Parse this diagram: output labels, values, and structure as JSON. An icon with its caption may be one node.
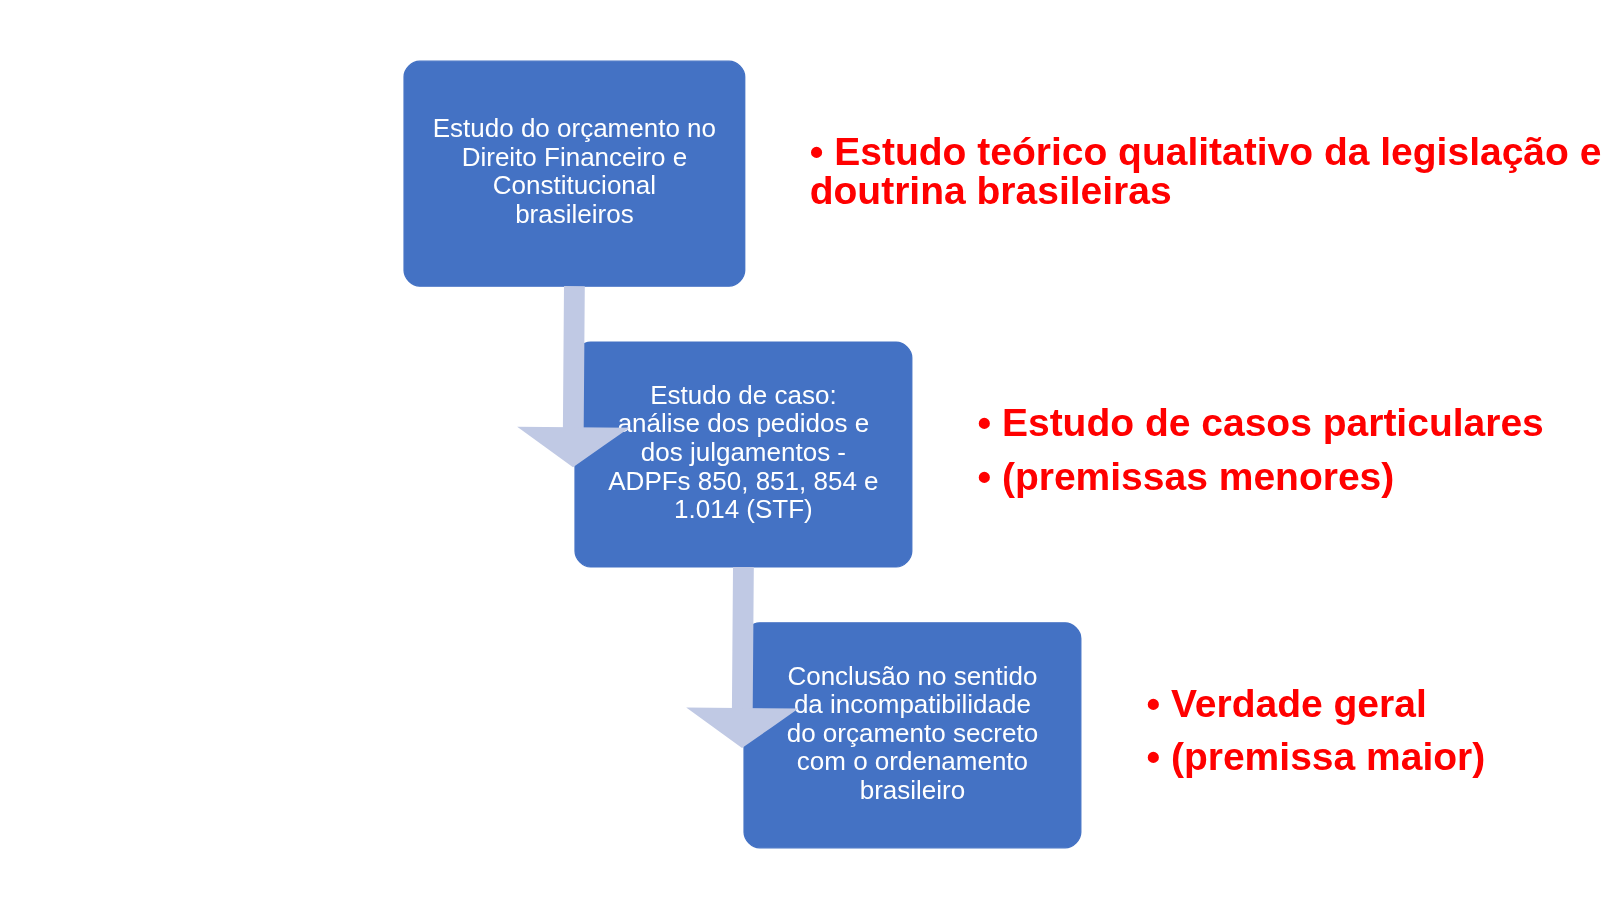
{
  "diagram": {
    "nodes": [
      {
        "text": [
          "Estudo do orçamento no Direito Financeiro e Constitucional brasileiros"
        ],
        "beside": [
          "• Estudo teórico qualitativo da legislação e doutrina brasileiras"
        ]
      },
      {
        "text": [
          "Estudo de caso: análise dos pedidos e dos julgamentos - ADPFs 850, 851, 854 e 1.014 (STF)"
        ],
        "beside": [
          "• Estudo de casos particulares",
          "• (premissas menores)"
        ]
      },
      {
        "text": [
          "Conclusão no sentido da incompatibilidade do orçamento secreto com o ordenamento brasileiro"
        ],
        "beside": [
          "• Verdade geral",
          "• (premissa maior)"
        ]
      }
    ],
    "edges": [
      {
        "from": 0,
        "to": 1,
        "arrow": "to"
      },
      {
        "from": 1,
        "to": 2,
        "arrow": "to"
      }
    ]
  }
}
